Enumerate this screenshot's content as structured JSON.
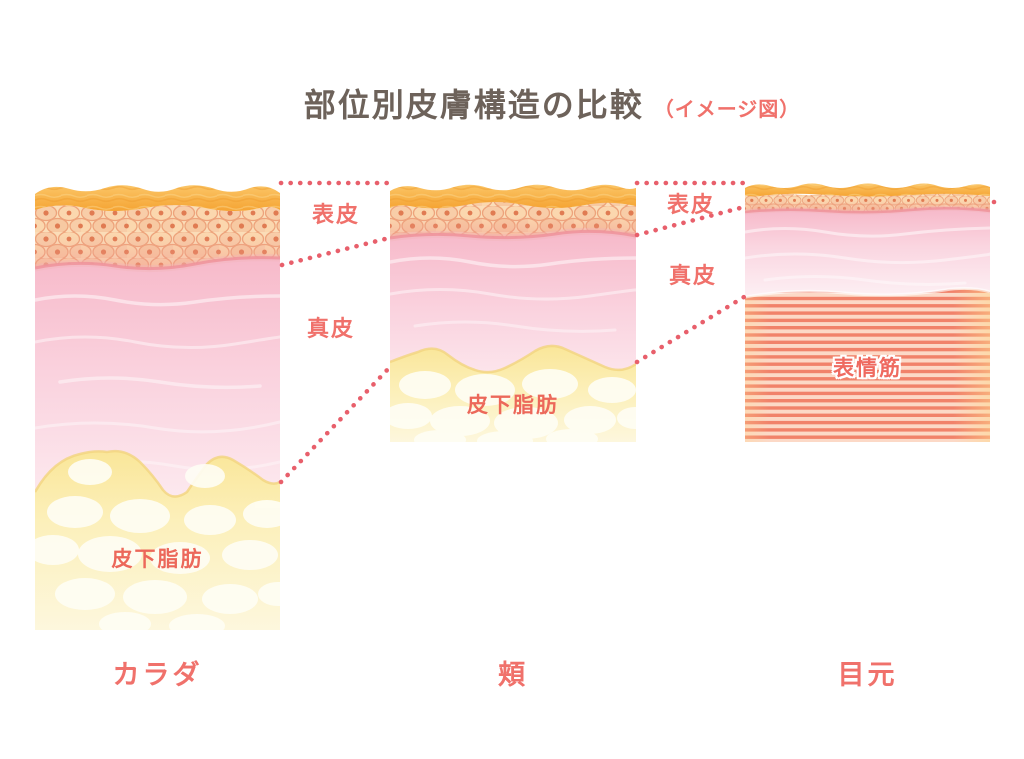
{
  "title": {
    "main": "部位別皮膚構造の比較",
    "note": "（イメージ図）"
  },
  "layer_labels": {
    "gap_left": {
      "epidermis": "表皮",
      "dermis": "真皮"
    },
    "gap_right": {
      "epidermis": "表皮",
      "dermis": "真皮"
    },
    "subcutaneous_fat_body": "皮下脂肪",
    "subcutaneous_fat_cheek": "皮下脂肪",
    "facial_muscle": "表情筋"
  },
  "panels": [
    {
      "id": "body",
      "label": "カラダ",
      "layers": [
        "表皮",
        "真皮",
        "皮下脂肪"
      ]
    },
    {
      "id": "cheek",
      "label": "頬",
      "layers": [
        "表皮",
        "真皮",
        "皮下脂肪"
      ]
    },
    {
      "id": "eye",
      "label": "目元",
      "layers": [
        "表皮",
        "真皮",
        "表情筋"
      ]
    }
  ],
  "colors": {
    "accent_label": "#f0716b",
    "dotted_line": "#e85f6b",
    "title_text": "#6d625a",
    "stratum_corneum_orange": "#f6a83c",
    "epidermis_cell_fill": "#f8cda8",
    "dermis_pink": "#f7bccb",
    "fat_yellow": "#fbeeb4",
    "muscle_stripe": "#f1826a",
    "background": "#ffffff"
  }
}
